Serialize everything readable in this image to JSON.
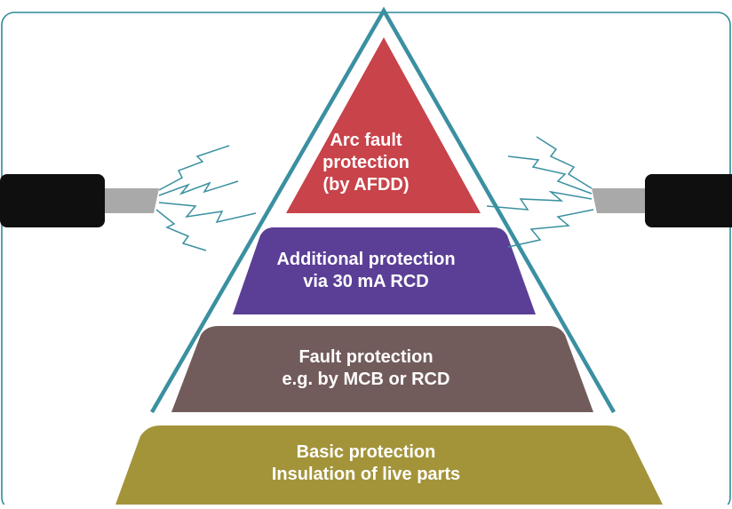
{
  "colors": {
    "frame": "#2f8a9a",
    "triangle_outline": "#3a90a0",
    "arc_fault_fill": "#c8434a",
    "additional_fill": "#5b3f96",
    "fault_fill": "#725c5b",
    "basic_fill": "#a3943a",
    "cable_jacket": "#0f0f0f",
    "cable_conductor": "#a9a9a9",
    "spark": "#3a90a0",
    "text": "#ffffff"
  },
  "icons": {
    "left_cable": "cable-end-icon",
    "right_cable": "cable-end-icon",
    "left_spark": "electric-arc-icon",
    "right_spark": "electric-arc-icon"
  },
  "layers": {
    "arc_fault": {
      "line1": "Arc fault",
      "line2": "protection",
      "line3": "(by AFDD)"
    },
    "additional": {
      "line1": "Additional protection",
      "line2": "via 30 mA RCD"
    },
    "fault": {
      "line1": "Fault protection",
      "line2": "e.g. by MCB or RCD"
    },
    "basic": {
      "line1": "Basic protection",
      "line2": "Insulation of live parts"
    }
  }
}
